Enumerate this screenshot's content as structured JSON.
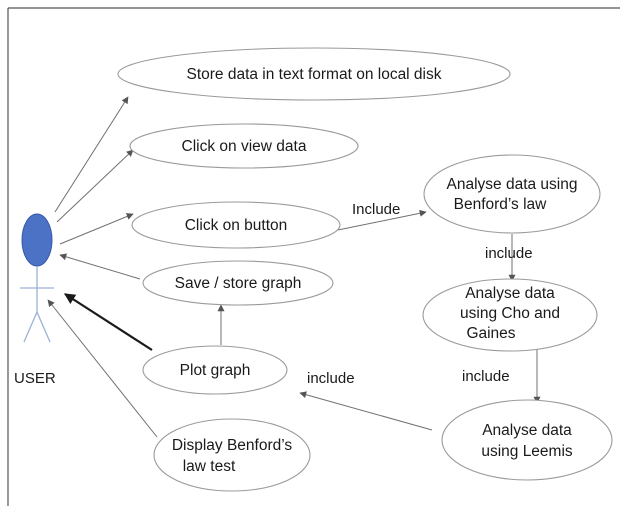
{
  "actor": {
    "name": "USER"
  },
  "use_cases": {
    "store_data": "Store data in text format on local disk",
    "view_data": "Click on view data",
    "click_button": "Click on button",
    "save_graph": "Save / store graph",
    "plot_graph": "Plot graph",
    "display_test": [
      "Display Benford’s",
      "law test"
    ],
    "benford": [
      "Analyse data using",
      "Benford’s law"
    ],
    "cho_gaines": [
      "Analyse data",
      "using Cho and",
      "Gaines"
    ],
    "leemis": [
      "Analyse data",
      "using Leemis"
    ]
  },
  "relations": {
    "include_1": "Include",
    "include_2": "include",
    "include_3": "include",
    "include_4": "include"
  }
}
